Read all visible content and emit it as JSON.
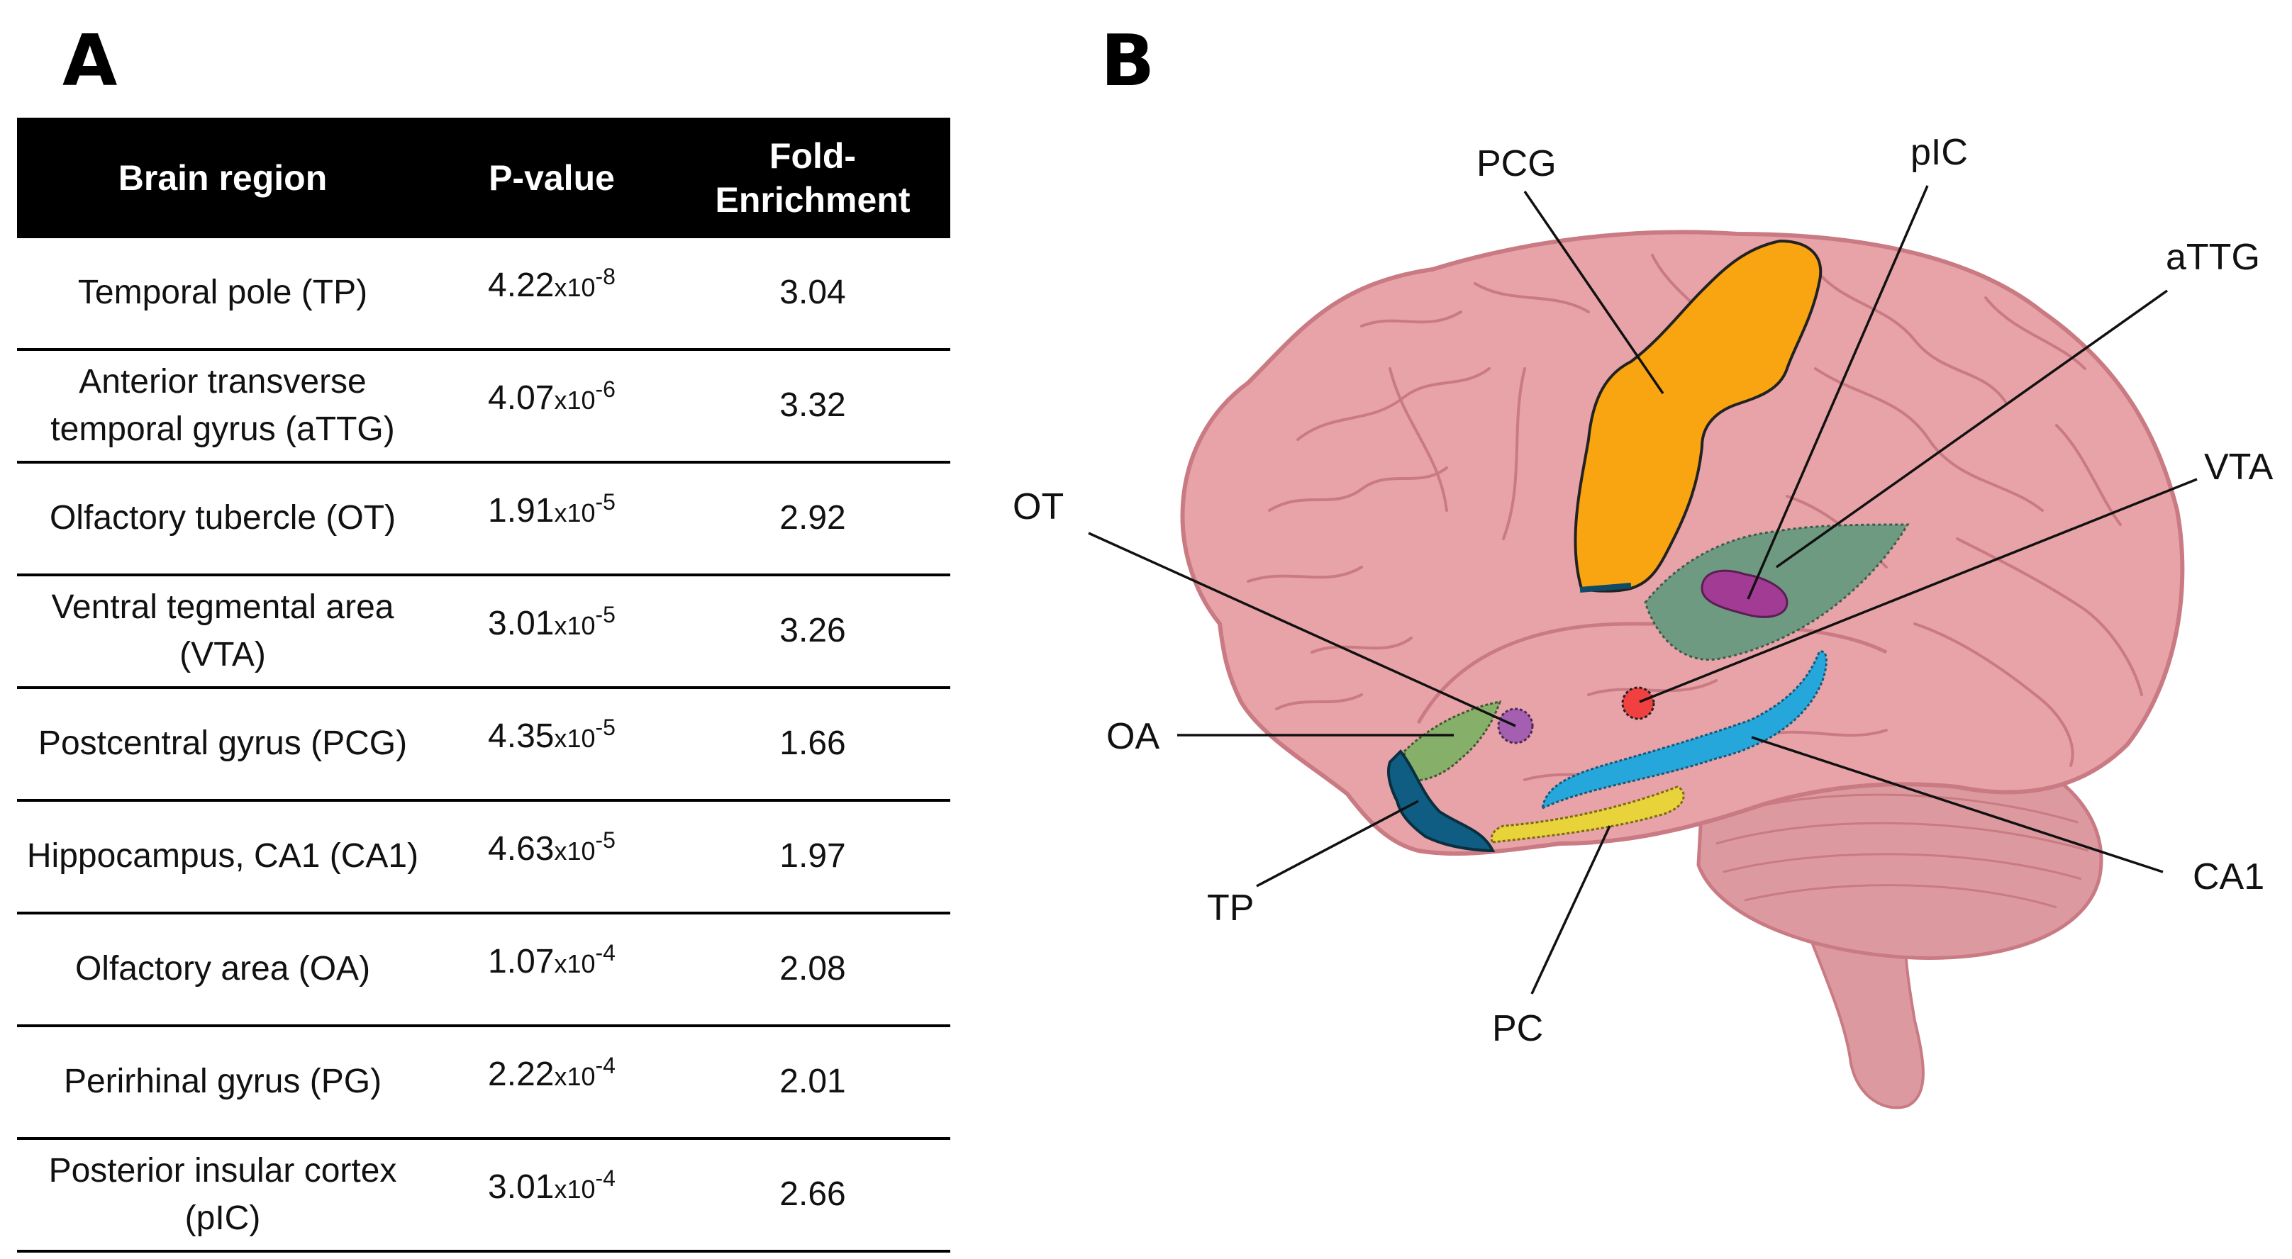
{
  "panels": {
    "a": "A",
    "b": "B"
  },
  "table": {
    "headers": [
      "Brain region",
      "P-value",
      "Fold-\nEnrichment"
    ],
    "rows": [
      {
        "region": "Temporal pole (TP)",
        "p_mantissa": "4.22",
        "p_exp": "-8",
        "fold": "3.04"
      },
      {
        "region": "Anterior transverse temporal gyrus (aTTG)",
        "p_mantissa": "4.07",
        "p_exp": "-6",
        "fold": "3.32"
      },
      {
        "region": "Olfactory tubercle (OT)",
        "p_mantissa": "1.91",
        "p_exp": "-5",
        "fold": "2.92"
      },
      {
        "region": "Ventral tegmental area (VTA)",
        "p_mantissa": "3.01",
        "p_exp": "-5",
        "fold": "3.26"
      },
      {
        "region": "Postcentral gyrus (PCG)",
        "p_mantissa": "4.35",
        "p_exp": "-5",
        "fold": "1.66"
      },
      {
        "region": "Hippocampus, CA1 (CA1)",
        "p_mantissa": "4.63",
        "p_exp": "-5",
        "fold": "1.97"
      },
      {
        "region": "Olfactory area (OA)",
        "p_mantissa": "1.07",
        "p_exp": "-4",
        "fold": "2.08"
      },
      {
        "region": "Perirhinal gyrus (PG)",
        "p_mantissa": "2.22",
        "p_exp": "-4",
        "fold": "2.01"
      },
      {
        "region": "Posterior insular cortex (pIC)",
        "p_mantissa": "3.01",
        "p_exp": "-4",
        "fold": "2.66"
      }
    ],
    "times_symbol": "x10"
  },
  "diagram_labels": {
    "pcg": "PCG",
    "pic": "pIC",
    "attg": "aTTG",
    "vta": "VTA",
    "ot": "OT",
    "oa": "OA",
    "tp": "TP",
    "pc": "PC",
    "ca1": "CA1"
  },
  "colors": {
    "brain": "#e8a3a8",
    "brain_dark": "#c97a82",
    "cerebellum": "#dc9aa0",
    "pcg": "#f9a411",
    "insula": "#6e9a82",
    "pic": "#a23b93",
    "vta": "#f04040",
    "ot": "#a45fb0",
    "oa": "#86b06a",
    "tp": "#0f5d82",
    "ca1": "#26a7dc",
    "pc": "#e8d43a"
  }
}
